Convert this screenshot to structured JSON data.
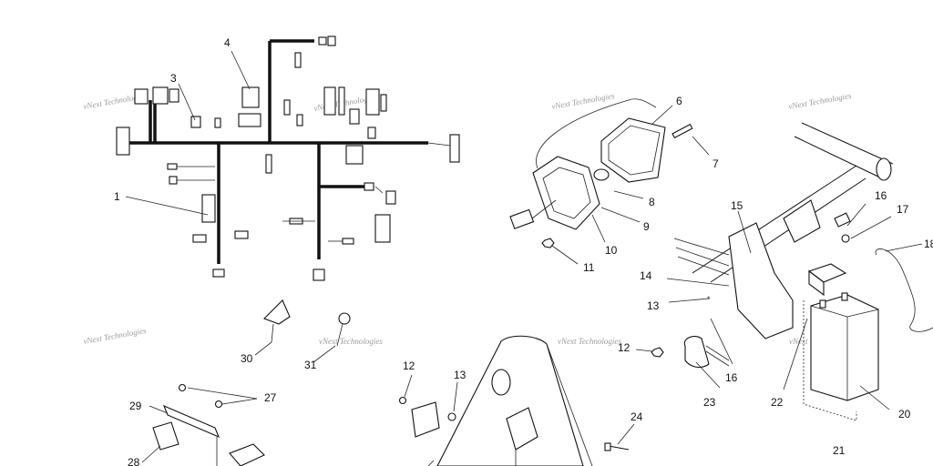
{
  "diagram": {
    "callouts": {
      "c1": "1",
      "c3": "3",
      "c4": "4",
      "c6": "6",
      "c7": "7",
      "c8": "8",
      "c9": "9",
      "c10": "10",
      "c11": "11",
      "c12a": "12",
      "c12b": "12",
      "c13a": "13",
      "c13b": "13",
      "c14": "14",
      "c15": "15",
      "c16a": "16",
      "c16b": "16",
      "c17": "17",
      "c18": "18",
      "c20": "20",
      "c21": "21",
      "c22": "22",
      "c23": "23",
      "c24": "24",
      "c27": "27",
      "c28": "28",
      "c29": "29",
      "c30": "30",
      "c31": "31"
    },
    "watermarks": {
      "w1": "vNext Technologies",
      "w2": "vNext Technologies",
      "w3": "vNext Technologies",
      "w4": "vNext Technologies",
      "w5": "vNext Technologies",
      "w6": "vNext Technologies",
      "w7": "vNext Technologies",
      "w8": "vNext Technologies"
    }
  }
}
